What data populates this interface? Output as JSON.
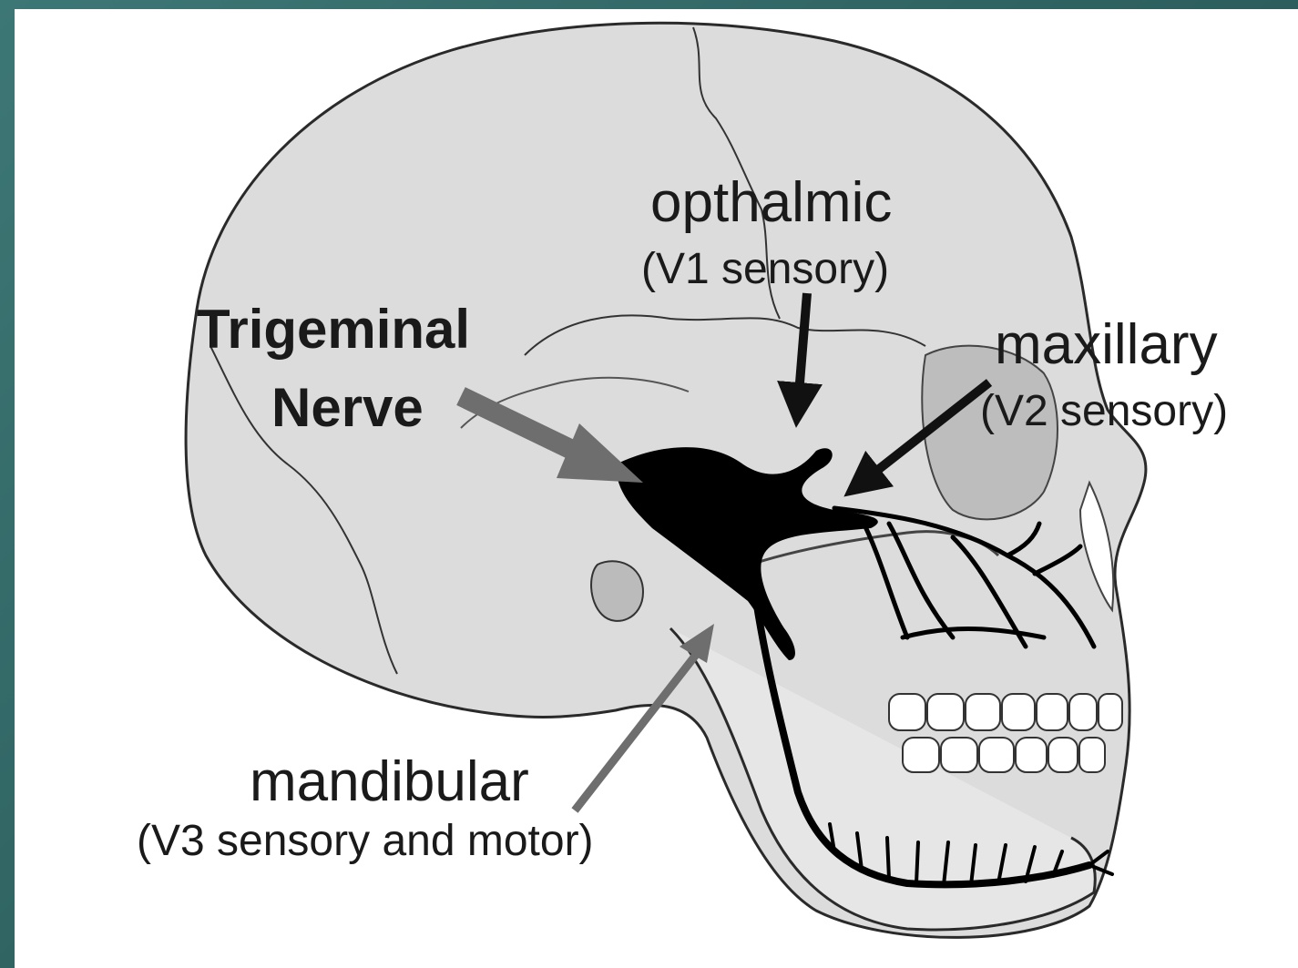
{
  "labels": {
    "trigeminal_line1": "Trigeminal",
    "trigeminal_line2": "Nerve",
    "ophthalmic": "opthalmic",
    "ophthalmic_sub": "(V1 sensory)",
    "maxillary": "maxillary",
    "maxillary_sub": "(V2 sensory)",
    "mandibular": "mandibular",
    "mandibular_sub": "(V3 sensory and motor)"
  },
  "colors": {
    "background": "#2c5f5e",
    "skull": "#dcdcdc",
    "outline": "#2a2a2a",
    "nerve": "#000000",
    "arrow_dark": "#111111",
    "arrow_gray": "#6e6e6e",
    "teeth": "#ffffff"
  }
}
